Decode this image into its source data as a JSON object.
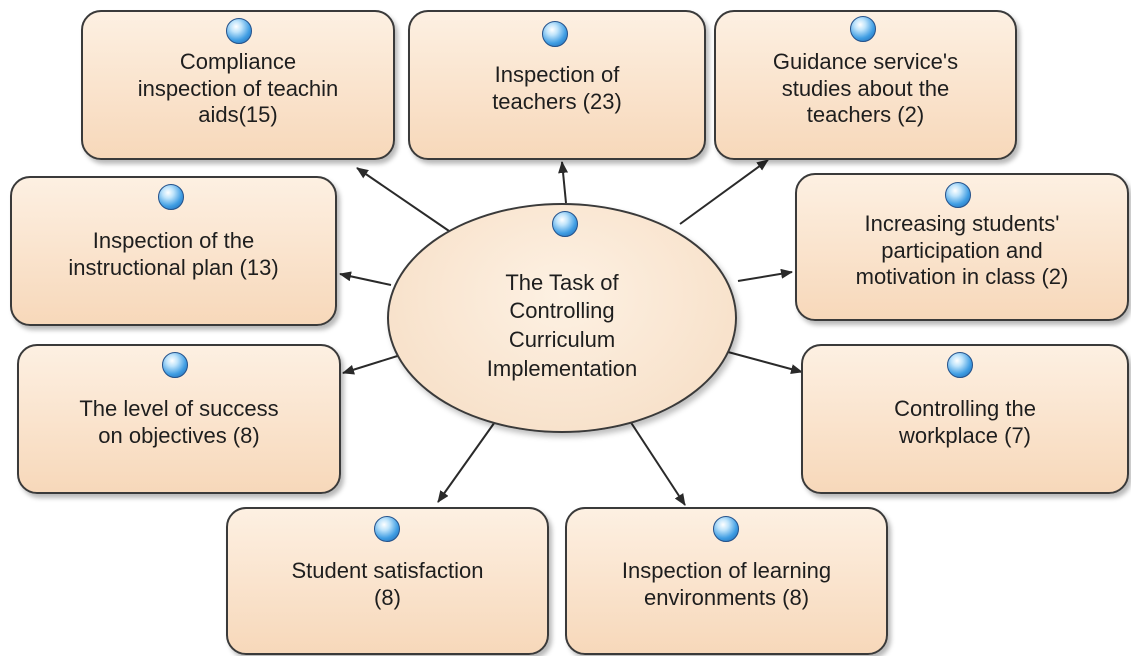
{
  "center": {
    "label": "The Task of\nControlling\nCurriculum\nImplementation"
  },
  "nodes": [
    {
      "id": "compliance-teaching-aids",
      "label": "Compliance\ninspection of teachin\naids(15)"
    },
    {
      "id": "inspection-teachers",
      "label": "Inspection of\nteachers (23)"
    },
    {
      "id": "guidance-service",
      "label": "Guidance service's\nstudies about the\nteachers (2)"
    },
    {
      "id": "increasing-participation",
      "label": "Increasing students'\nparticipation and\nmotivation  in class (2)"
    },
    {
      "id": "controlling-workplace",
      "label": "Controlling the\nworkplace (7)"
    },
    {
      "id": "learning-environments",
      "label": "Inspection of learning\nenvironments (8)"
    },
    {
      "id": "student-satisfaction",
      "label": "Student satisfaction\n(8)"
    },
    {
      "id": "success-objectives",
      "label": "The level of success\non objectives (8)"
    },
    {
      "id": "instructional-plan",
      "label": "Inspection of the\ninstructional plan (13)"
    }
  ],
  "colors": {
    "box_fill": "#f7d8ba",
    "box_border": "#3a3a3a",
    "arrow": "#2a2a2a",
    "bubble": "#3f9de3"
  },
  "icons": {
    "node_marker": "blue-sphere-icon"
  }
}
